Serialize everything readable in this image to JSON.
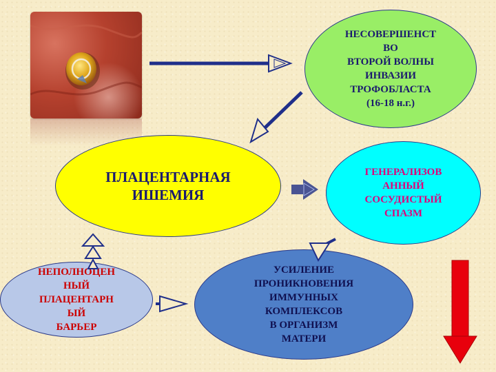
{
  "nodes": {
    "invasion": "НЕСОВЕРШЕНСТ\nВО\nВТОРОЙ ВОЛНЫ\nИНВАЗИИ\nТРОФОБЛАСТА\n(16-18  н.г.)",
    "ischemia": "ПЛАЦЕНТАРНАЯ\nИШЕМИЯ",
    "spasm": "ГЕНЕРАЛИЗОВ\nАННЫЙ\nСОСУДИСТЫЙ\nСПАЗМ",
    "barrier": "НЕПОЛНОЦЕН\nНЫЙ\nПЛАЦЕНТАРН\nЫЙ\nБАРЬЕР",
    "immune": "УСИЛЕНИЕ\nПРОНИКНОВЕНИЯ\nИММУННЫХ\nКОМПЛЕКСОВ\nВ ОРГАНИЗМ\nМАТЕРИ"
  },
  "colors": {
    "invasion_fill": "#99ee66",
    "ischemia_fill": "#ffff00",
    "spasm_fill": "#00ffff",
    "barrier_fill": "#b8c8e8",
    "immune_fill": "#4f7fc8",
    "outline": "#2b3a8a",
    "arrow": "#1f2f8a",
    "down_arrow": "#e8000c"
  }
}
